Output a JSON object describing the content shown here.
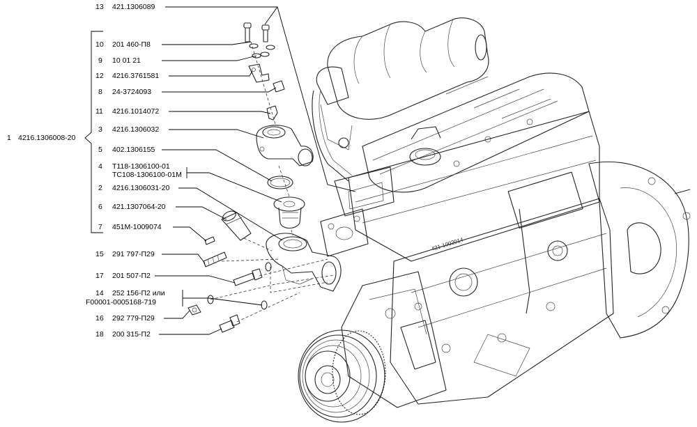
{
  "assembly": {
    "num": "1",
    "part": "4216.1306008-20"
  },
  "callouts": [
    {
      "id": "c13",
      "num": "13",
      "part": "421.1306089"
    },
    {
      "id": "c10",
      "num": "10",
      "part": "201 460-П8"
    },
    {
      "id": "c9",
      "num": "9",
      "part": "10 01 21"
    },
    {
      "id": "c12",
      "num": "12",
      "part": "4216.3761581"
    },
    {
      "id": "c8",
      "num": "8",
      "part": "24-3724093"
    },
    {
      "id": "c11",
      "num": "11",
      "part": "4216.1014072"
    },
    {
      "id": "c3",
      "num": "3",
      "part": "4216.1306032"
    },
    {
      "id": "c5",
      "num": "5",
      "part": "402.1306155"
    },
    {
      "id": "c4",
      "num": "4",
      "part": "Т118-1306100-01",
      "part2": "ТС108-1306100-01М"
    },
    {
      "id": "c2",
      "num": "2",
      "part": "4216.1306031-20"
    },
    {
      "id": "c6",
      "num": "6",
      "part": "421.1307064-20"
    },
    {
      "id": "c7",
      "num": "7",
      "part": "451М-1009074"
    },
    {
      "id": "c15",
      "num": "15",
      "part": "291 797-П29"
    },
    {
      "id": "c17",
      "num": "17",
      "part": "201 507-П2"
    },
    {
      "id": "c14",
      "num": "14",
      "part": "252 156-П2 или",
      "part2": "F00001-0005168-719"
    },
    {
      "id": "c16",
      "num": "16",
      "part": "292 779-П29"
    },
    {
      "id": "c18",
      "num": "18",
      "part": "200 315-П2"
    }
  ],
  "engine_marking": "421-1002014"
}
